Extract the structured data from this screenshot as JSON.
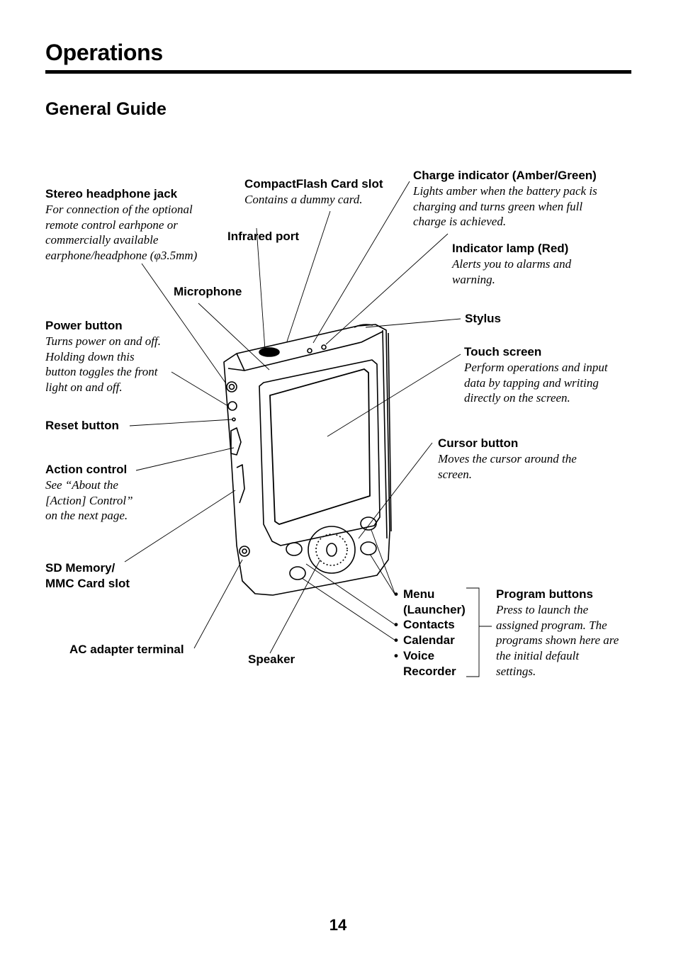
{
  "header": {
    "title": "Operations",
    "subtitle": "General Guide"
  },
  "callouts": {
    "stereo_jack": {
      "label": "Stereo headphone jack",
      "desc": "For connection of the optional\nremote control earhpone or\ncommercially available\nearphone/headphone (φ3.5mm)"
    },
    "compactflash": {
      "label": "CompactFlash Card slot",
      "desc": "Contains a dummy card."
    },
    "charge_indicator": {
      "label": "Charge indicator (Amber/Green)",
      "desc": "Lights amber when the battery pack is\ncharging and turns green when full\ncharge is achieved."
    },
    "infrared": {
      "label": "Infrared port"
    },
    "indicator_lamp": {
      "label": "Indicator lamp (Red)",
      "desc": "Alerts you to alarms and\nwarning."
    },
    "microphone": {
      "label": "Microphone"
    },
    "stylus": {
      "label": "Stylus"
    },
    "power_button": {
      "label": "Power button",
      "desc": "Turns power on and off.\nHolding down this\nbutton toggles the front\nlight on and off."
    },
    "touch_screen": {
      "label": "Touch screen",
      "desc": "Perform operations and input\ndata by tapping and writing\ndirectly on the screen."
    },
    "reset_button": {
      "label": "Reset button"
    },
    "cursor_button": {
      "label": "Cursor button",
      "desc": "Moves the cursor around the\nscreen."
    },
    "action_control": {
      "label": "Action control",
      "desc": "See “About the\n[Action] Control”\non the next page."
    },
    "sd_slot": {
      "label": "SD Memory/\nMMC Card slot"
    },
    "ac_adapter": {
      "label": "AC adapter terminal"
    },
    "speaker": {
      "label": "Speaker"
    },
    "program_buttons": {
      "label": "Program buttons",
      "desc": "Press to launch the\nassigned program. The\nprograms shown here are\nthe initial default\nsettings.",
      "items": [
        "Menu\n(Launcher)",
        "Contacts",
        "Calendar",
        "Voice\nRecorder"
      ]
    }
  },
  "footer": {
    "page_number": "14"
  }
}
